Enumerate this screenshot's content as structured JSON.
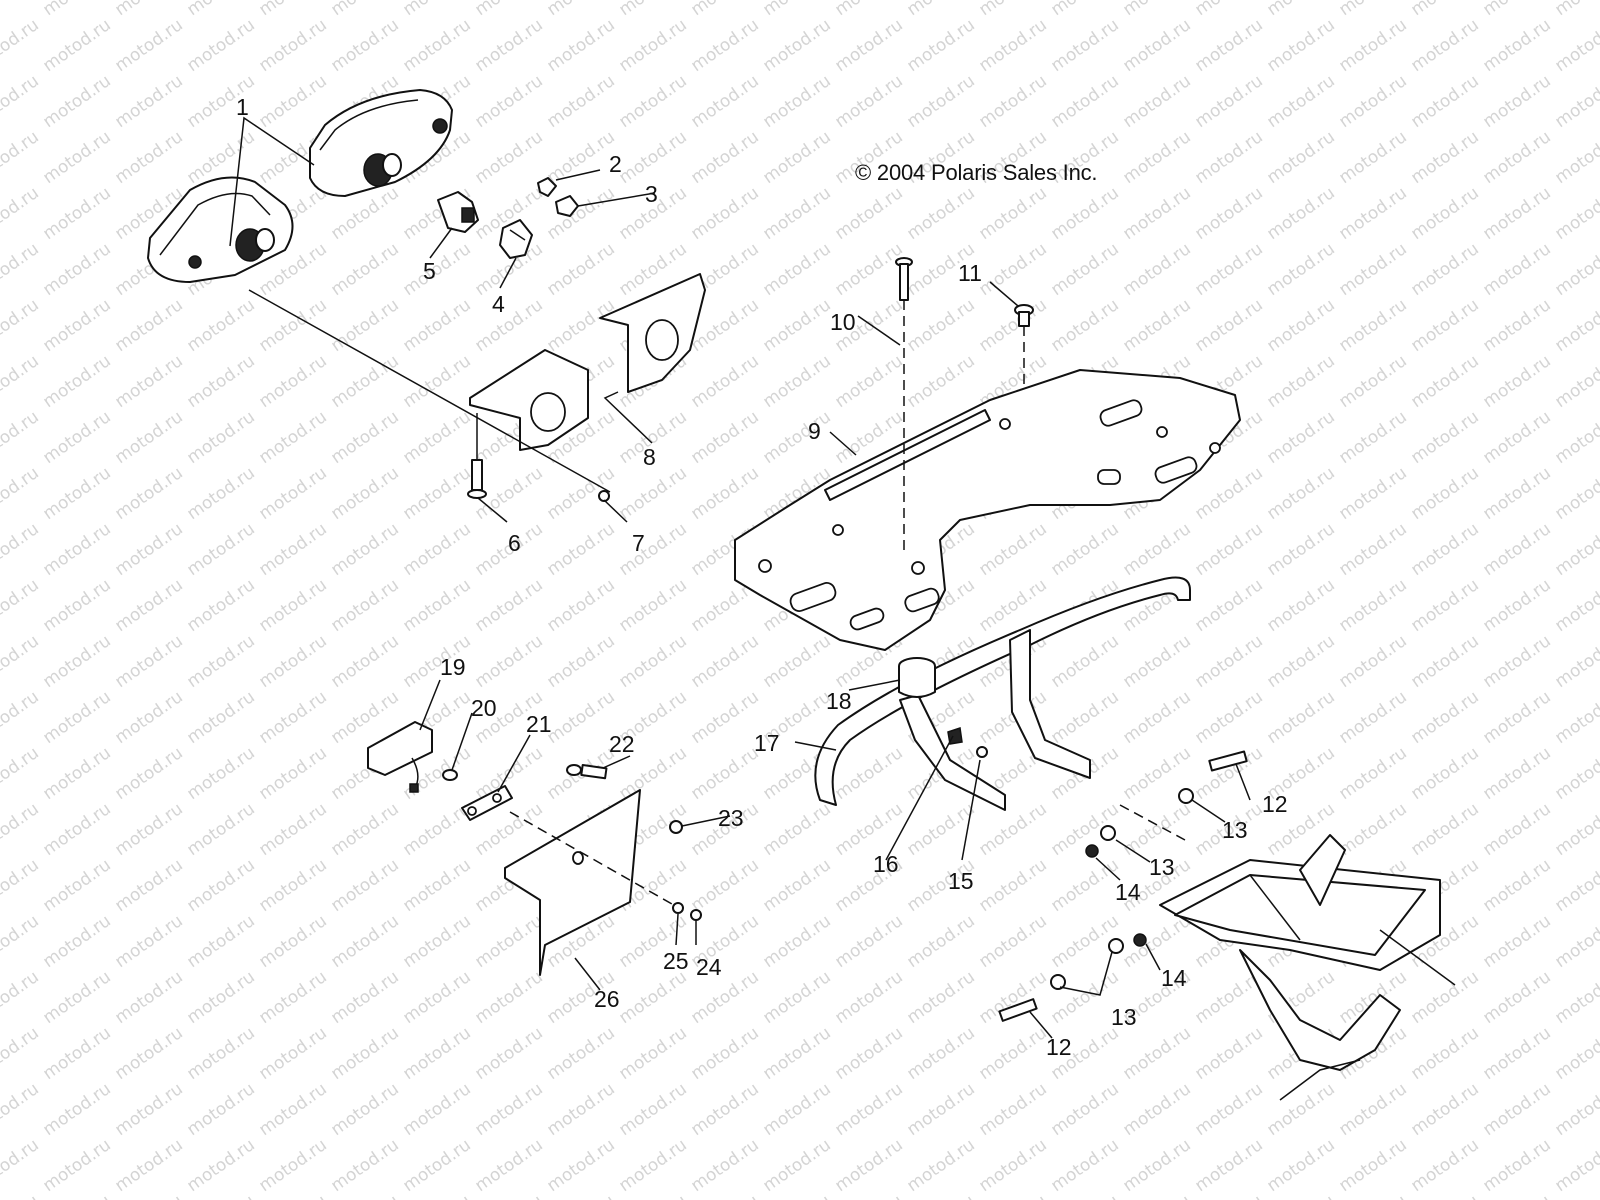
{
  "copyright": "© 2004 Polaris Sales Inc.",
  "watermark": "motod.ru",
  "callouts": [
    {
      "id": "c1",
      "label": "1"
    },
    {
      "id": "c2",
      "label": "2"
    },
    {
      "id": "c3",
      "label": "3"
    },
    {
      "id": "c4",
      "label": "4"
    },
    {
      "id": "c5",
      "label": "5"
    },
    {
      "id": "c6",
      "label": "6"
    },
    {
      "id": "c7",
      "label": "7"
    },
    {
      "id": "c8",
      "label": "8"
    },
    {
      "id": "c9",
      "label": "9"
    },
    {
      "id": "c10",
      "label": "10"
    },
    {
      "id": "c11",
      "label": "11"
    },
    {
      "id": "c12a",
      "label": "12"
    },
    {
      "id": "c12b",
      "label": "12"
    },
    {
      "id": "c13a",
      "label": "13"
    },
    {
      "id": "c13b",
      "label": "13"
    },
    {
      "id": "c13c",
      "label": "13"
    },
    {
      "id": "c14a",
      "label": "14"
    },
    {
      "id": "c14b",
      "label": "14"
    },
    {
      "id": "c15",
      "label": "15"
    },
    {
      "id": "c16",
      "label": "16"
    },
    {
      "id": "c17",
      "label": "17"
    },
    {
      "id": "c18",
      "label": "18"
    },
    {
      "id": "c19",
      "label": "19"
    },
    {
      "id": "c20",
      "label": "20"
    },
    {
      "id": "c21",
      "label": "21"
    },
    {
      "id": "c22",
      "label": "22"
    },
    {
      "id": "c23",
      "label": "23"
    },
    {
      "id": "c24",
      "label": "24"
    },
    {
      "id": "c25",
      "label": "25"
    },
    {
      "id": "c26",
      "label": "26"
    }
  ]
}
